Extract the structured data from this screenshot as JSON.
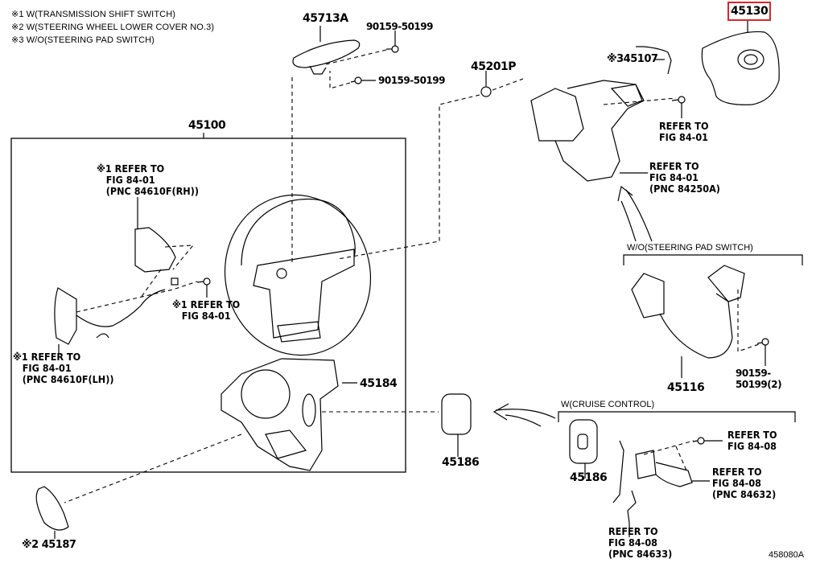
{
  "notes": [
    "※1 W(TRANSMISSION SHIFT SWITCH)",
    "※2 W(STEERING WHEEL LOWER COVER NO.3)",
    "※3 W/O(STEERING PAD SWITCH)"
  ],
  "parts": {
    "p45713A": "45713A",
    "p90159_top": "90159-50199",
    "p90159_mid": "90159-50199",
    "p45201P": "45201P",
    "p45130": "45130",
    "p45107": "※345107",
    "p45100": "45100",
    "p45184": "45184",
    "p45186_center": "45186",
    "p45186_cruise": "45186",
    "p45187": "※2 45187",
    "p45116": "45116",
    "p90159_2": "90159-50199(2)"
  },
  "refs": {
    "rh": "※1 REFER TO\n   FIG 84-01\n   (PNC 84610F(RH))",
    "lh": "※1 REFER TO\n   FIG 84-01\n   (PNC 84610F(LH))",
    "screw_mid": "※1 REFER TO\n   FIG 84-01",
    "pad_screw": "REFER TO\nFIG 84-01",
    "pad_cover": "REFER TO\nFIG 84-01\n(PNC 84250A)",
    "cruise_screw": "REFER TO\nFIG 84-08",
    "cruise_switch": "REFER TO\nFIG 84-08\n(PNC 84632)",
    "cruise_harness": "REFER TO\nFIG 84-08\n(PNC 84633)"
  },
  "groups": {
    "wo_pad": "W/O(STEERING PAD SWITCH)",
    "w_cruise": "W(CRUISE CONTROL)"
  },
  "figure_id": "458080A",
  "highlight_color": "#e0242b"
}
